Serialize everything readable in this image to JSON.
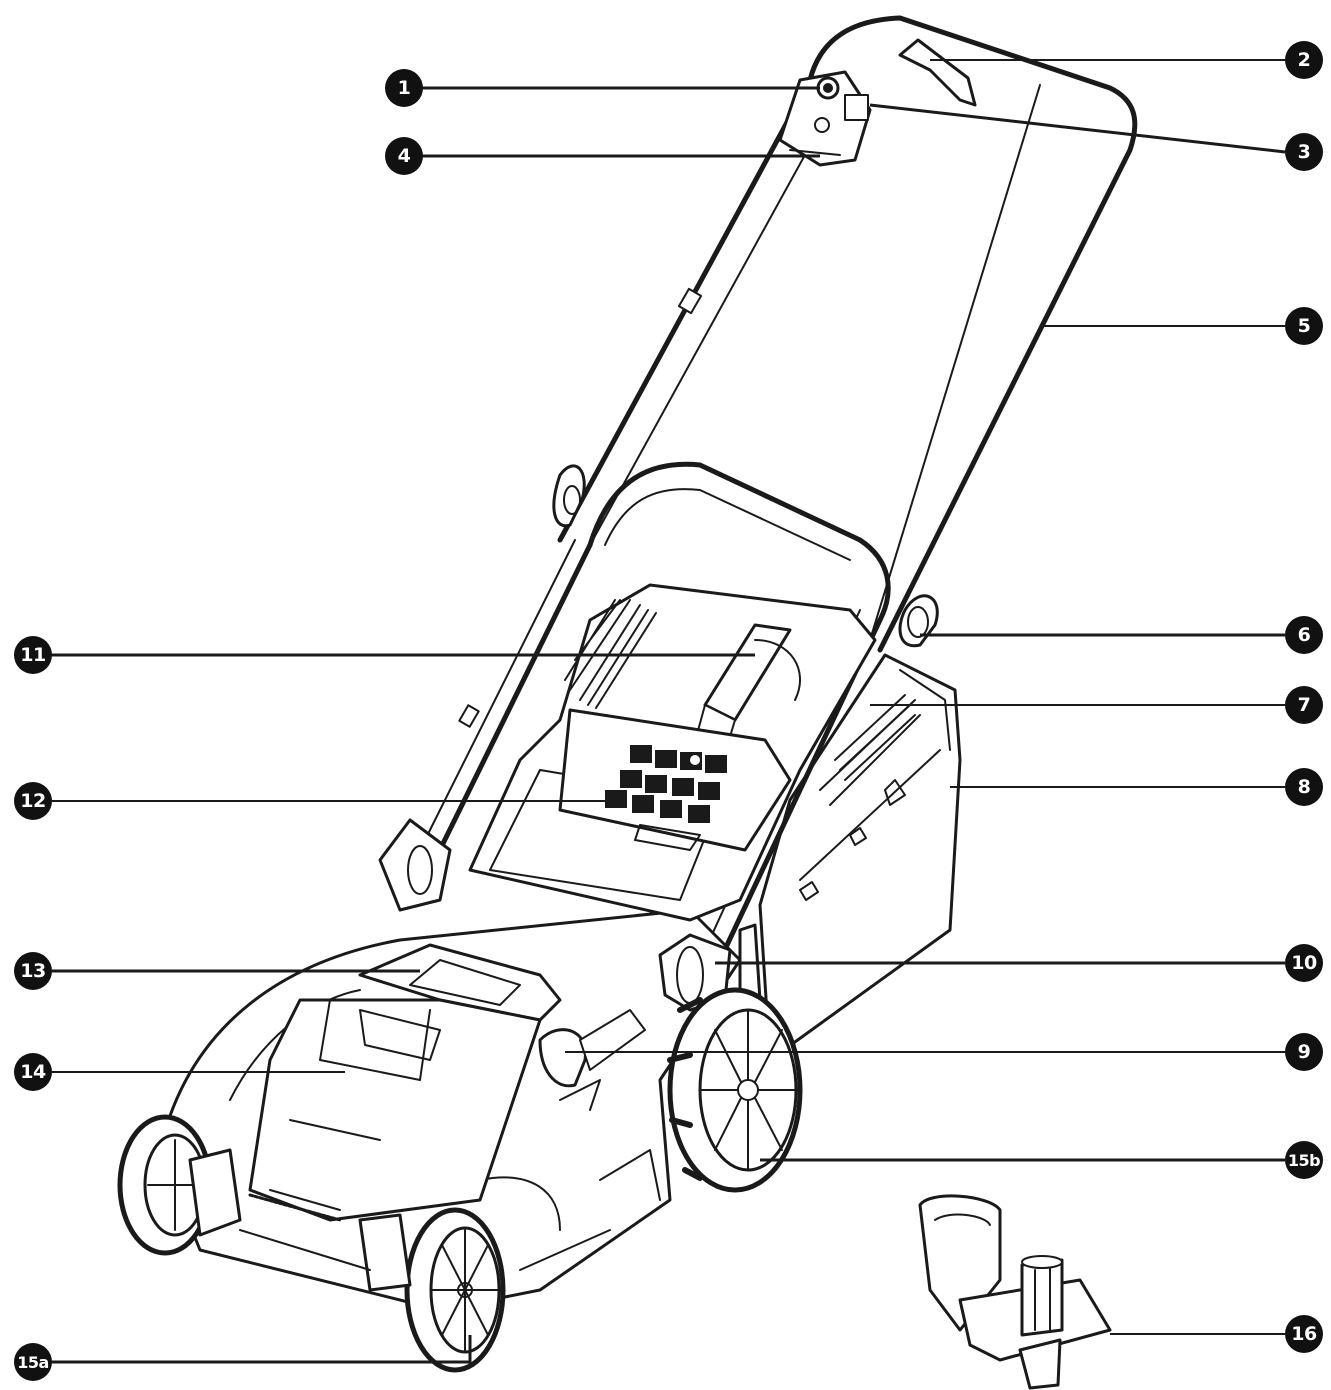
{
  "callouts": [
    {
      "id": "c1",
      "label": "1"
    },
    {
      "id": "c2",
      "label": "2"
    },
    {
      "id": "c3",
      "label": "3"
    },
    {
      "id": "c4",
      "label": "4"
    },
    {
      "id": "c5",
      "label": "5"
    },
    {
      "id": "c6",
      "label": "6"
    },
    {
      "id": "c7",
      "label": "7"
    },
    {
      "id": "c8",
      "label": "8"
    },
    {
      "id": "c9",
      "label": "9"
    },
    {
      "id": "c10",
      "label": "10"
    },
    {
      "id": "c11",
      "label": "11"
    },
    {
      "id": "c12",
      "label": "12"
    },
    {
      "id": "c13",
      "label": "13"
    },
    {
      "id": "c14",
      "label": "14"
    },
    {
      "id": "c15a",
      "label": "15a"
    },
    {
      "id": "c15b",
      "label": "15b"
    },
    {
      "id": "c16",
      "label": "16"
    }
  ]
}
